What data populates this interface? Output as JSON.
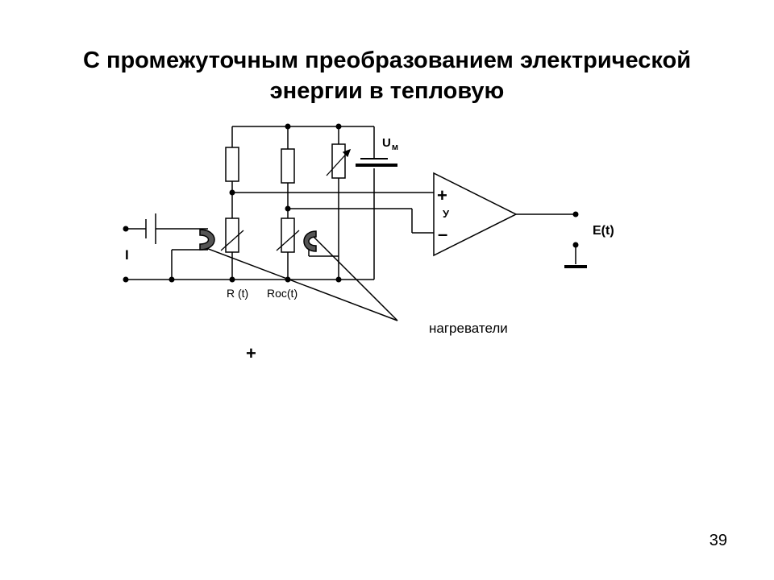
{
  "slide": {
    "title_line1": "С промежуточным преобразованием электрической",
    "title_line2": "энергии в тепловую",
    "page_number": "39"
  },
  "circuit": {
    "label_um": "U",
    "label_um_sub": "м",
    "label_plus_input": "+",
    "label_minus_input": "–",
    "label_amplifier": "У",
    "label_output": "E(t)",
    "label_current": "I",
    "label_r_t": "R (t)",
    "label_roc_t": "Roc(t)",
    "label_heaters": "нагреватели",
    "label_plus_bottom": "+"
  }
}
